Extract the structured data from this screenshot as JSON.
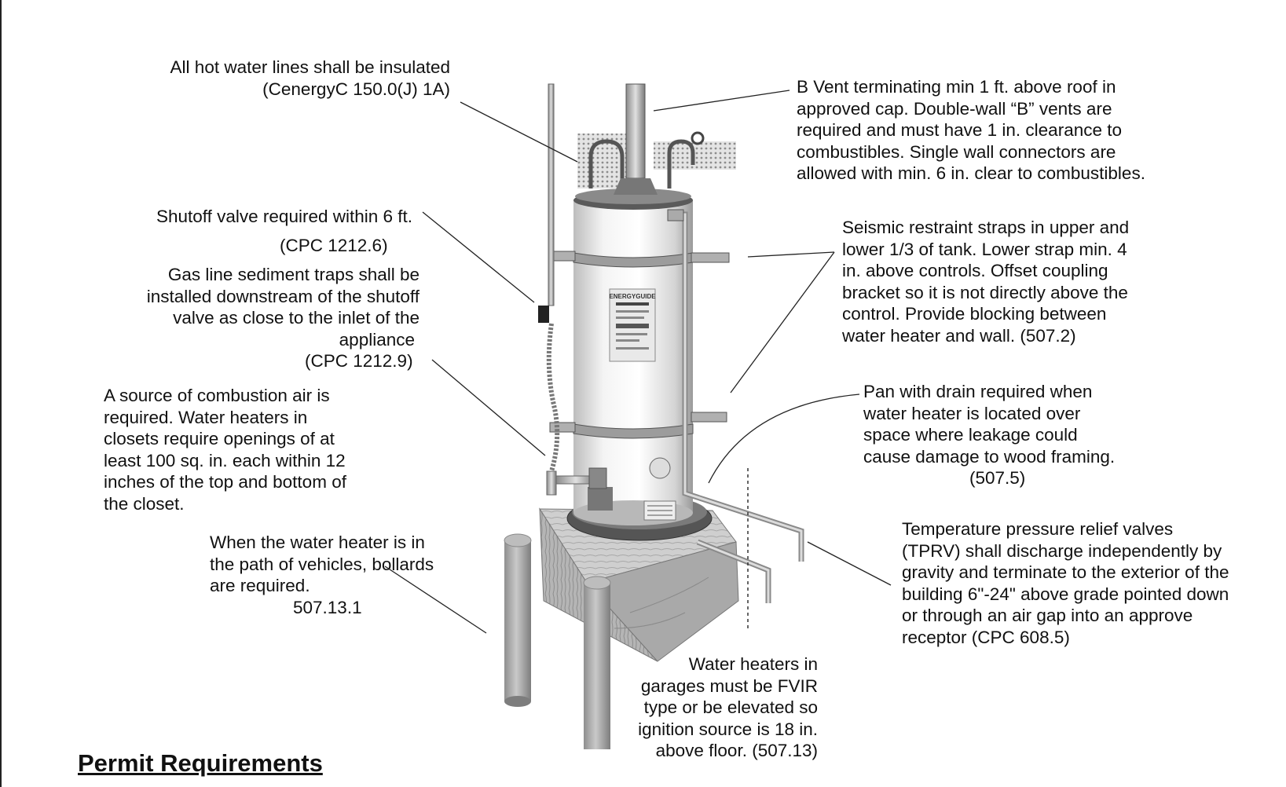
{
  "callouts": {
    "insulation": [
      "All hot water lines shall be insulated",
      "(CenergyC 150.0(J) 1A)"
    ],
    "b_vent": [
      "B Vent terminating min 1 ft. above roof in",
      "approved cap.  Double-wall “B” vents are",
      "required and must have 1 in. clearance to",
      "combustibles. Single wall connectors are",
      "allowed with min. 6 in. clear to combustibles."
    ],
    "shutoff": [
      "Shutoff valve required within 6 ft."
    ],
    "shutoff_code": "(CPC 1212.6)",
    "sediment": [
      "Gas line sediment traps shall be",
      "installed downstream of the shutoff",
      "valve as close to the inlet of the",
      "appliance"
    ],
    "sediment_code": "(CPC 1212.9)",
    "seismic": [
      "Seismic restraint straps in upper and",
      "lower 1/3 of tank. Lower strap min. 4",
      "in. above controls. Offset coupling",
      "bracket so it is not directly above the",
      "control. Provide blocking between",
      "water heater and wall. (507.2)"
    ],
    "combustion_air": [
      "A source of combustion air is",
      "required. Water heaters in",
      "closets require openings of at",
      "least 100 sq. in. each within 12",
      "inches of the top and bottom of",
      "the closet."
    ],
    "pan_drain": [
      "Pan with drain required when",
      "water heater is located over",
      "space where leakage could",
      "cause damage to wood framing."
    ],
    "pan_drain_code": "(507.5)",
    "tprv": [
      "Temperature pressure relief valves",
      "(TPRV) shall discharge independently by",
      "gravity and terminate to the exterior of the",
      "building 6\"-24\" above grade pointed down",
      "or through an air gap into an approve",
      "receptor (CPC 608.5)"
    ],
    "bollards": [
      "When the water heater is in",
      "the path of vehicles, bollards",
      "are required."
    ],
    "bollards_code": "507.13.1",
    "garage": [
      "Water heaters in",
      "garages must be FVIR",
      "type or be elevated so",
      "ignition source is 18 in.",
      "above floor. (507.13)"
    ]
  },
  "section_heading": "Permit Requirements",
  "energy_label": "ENERGYGUIDE"
}
